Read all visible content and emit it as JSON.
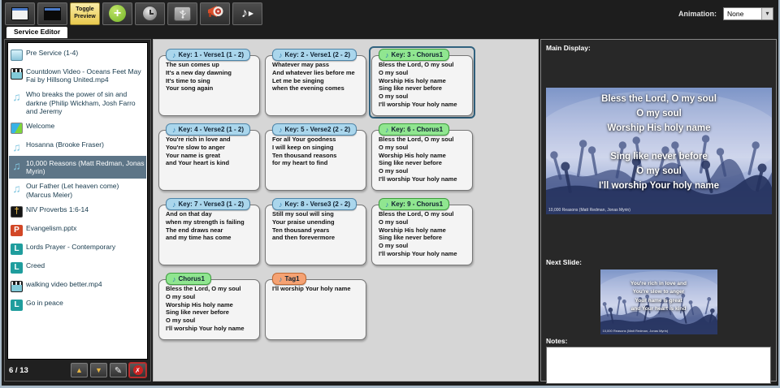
{
  "toolbar": {
    "toggle_preview_label": "Toggle Preview",
    "animation_label": "Animation:",
    "animation_value": "None"
  },
  "tabs": {
    "service_editor": "Service Editor"
  },
  "service_list": {
    "position": "6 / 13",
    "items": [
      {
        "label": "Pre Service (1-4)",
        "icon": "screen",
        "selected": false
      },
      {
        "label": "Countdown Video - Oceans Feet May Fai by Hillsong United.mp4",
        "icon": "film",
        "selected": false
      },
      {
        "label": "Who breaks the power of sin and darkne (Philip Wickham, Josh Farro and Jeremy",
        "icon": "music",
        "selected": false
      },
      {
        "label": "Welcome",
        "icon": "image",
        "selected": false
      },
      {
        "label": "Hosanna (Brooke Fraser)",
        "icon": "music",
        "selected": false
      },
      {
        "label": "10,000 Reasons (Matt Redman, Jonas Myrin)",
        "icon": "music",
        "selected": true
      },
      {
        "label": "Our Father (Let heaven come) (Marcus Meier)",
        "icon": "music",
        "selected": false
      },
      {
        "label": "NIV Proverbs 1:6-14",
        "icon": "bible",
        "selected": false
      },
      {
        "label": "Evangelism.pptx",
        "icon": "ppt",
        "selected": false
      },
      {
        "label": "Lords Prayer - Contemporary",
        "icon": "lyrics",
        "selected": false
      },
      {
        "label": "Creed",
        "icon": "lyrics",
        "selected": false
      },
      {
        "label": "walking video better.mp4",
        "icon": "film",
        "selected": false
      },
      {
        "label": "Go in peace",
        "icon": "lyrics",
        "selected": false
      }
    ]
  },
  "slides": [
    {
      "title": "Key: 1 - Verse1 (1 - 2)",
      "type": "verse",
      "selected": false,
      "text": "The sun comes up\nIt's a new day dawning\nIt's time to sing\nYour song again"
    },
    {
      "title": "Key: 2 - Verse1 (2 - 2)",
      "type": "verse",
      "selected": false,
      "text": "Whatever may pass\nAnd whatever lies before me\nLet me be singing\nwhen the evening comes"
    },
    {
      "title": "Key: 3 - Chorus1",
      "type": "chorus",
      "selected": true,
      "text": "Bless the Lord, O my soul\nO my soul\nWorship His holy name\nSing like never before\nO my soul\nI'll worship Your holy name"
    },
    {
      "title": "Key: 4 - Verse2 (1 - 2)",
      "type": "verse",
      "selected": false,
      "text": "You're rich in love and\nYou're slow to anger\nYour name is great\nand Your heart is kind"
    },
    {
      "title": "Key: 5 - Verse2 (2 - 2)",
      "type": "verse",
      "selected": false,
      "text": "For all Your goodness\nI will keep on singing\nTen thousand reasons\n for my heart to find"
    },
    {
      "title": "Key: 6 - Chorus1",
      "type": "chorus",
      "selected": false,
      "text": "Bless the Lord, O my soul\nO my soul\nWorship His holy name\nSing like never before\nO my soul\nI'll worship Your holy name"
    },
    {
      "title": "Key: 7 - Verse3 (1 - 2)",
      "type": "verse",
      "selected": false,
      "text": "And on that day\nwhen my strength is failing\nThe end draws near\nand my time has come"
    },
    {
      "title": "Key: 8 - Verse3 (2 - 2)",
      "type": "verse",
      "selected": false,
      "text": "Still my soul will sing\nYour praise unending\nTen thousand years\nand then forevermore"
    },
    {
      "title": "Key: 9 - Chorus1",
      "type": "chorus",
      "selected": false,
      "text": "Bless the Lord, O my soul\nO my soul\nWorship His holy name\nSing like never before\nO my soul\nI'll worship Your holy name"
    },
    {
      "title": "Chorus1",
      "type": "chorus",
      "selected": false,
      "text": "Bless the Lord, O my soul\nO my soul\nWorship His holy name\n Sing like never before\nO my soul\nI'll worship Your holy name"
    },
    {
      "title": "Tag1",
      "type": "tag",
      "selected": false,
      "text": "I'll worship Your holy name"
    }
  ],
  "preview": {
    "main_display_label": "Main Display:",
    "next_slide_label": "Next Slide:",
    "notes_label": "Notes:",
    "main_text": "Bless the Lord, O my soul\nO my soul\nWorship His holy name\n\nSing like never before\nO my soul\nI'll worship Your holy name",
    "main_copyright": "10,000 Reasons (Matt Redman, Jonas Myrin)",
    "next_text": "You're rich in love and\nYou're slow to anger\nYour name is great\nand Your heart is kind",
    "next_copyright": "10,000 Reasons (Matt Redman, Jonas Myrin)",
    "notes_value": ""
  }
}
